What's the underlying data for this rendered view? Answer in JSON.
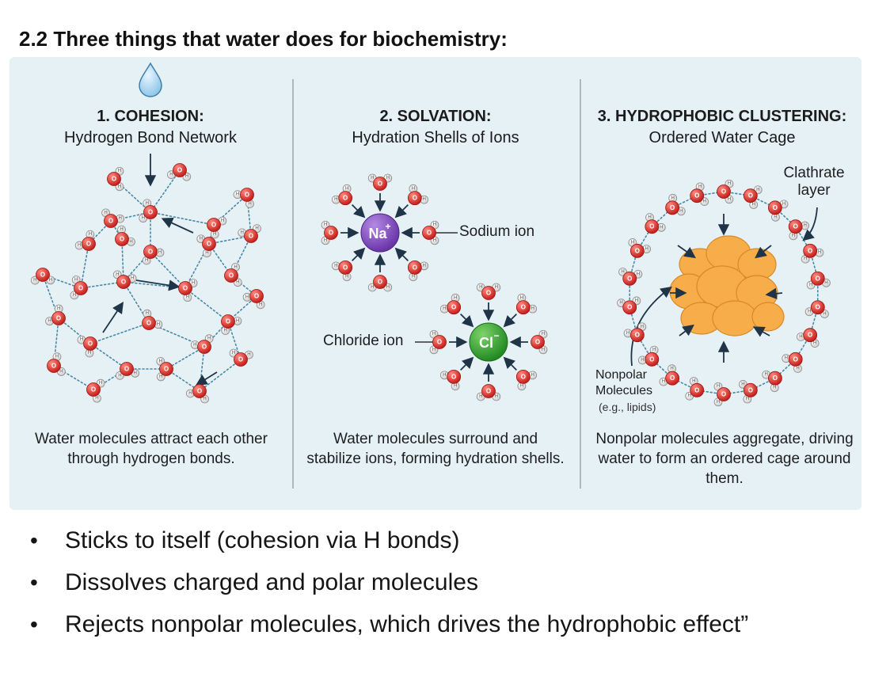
{
  "title": "2.2 Three things that water does for biochemistry:",
  "panels": [
    {
      "heading": "1. COHESION:",
      "subheading": "Hydrogen Bond Network",
      "caption": "Water molecules attract each other through hydrogen bonds."
    },
    {
      "heading": "2. SOLVATION:",
      "subheading": "Hydration Shells of Ions",
      "caption": "Water molecules surround and stabilize ions, forming hydration shells.",
      "sodium_symbol": "Na",
      "sodium_charge": "+",
      "sodium_label": "Sodium ion",
      "chloride_symbol": "Cl",
      "chloride_charge": "−",
      "chloride_label": "Chloride ion"
    },
    {
      "heading": "3. HYDROPHOBIC CLUSTERING:",
      "subheading": "Ordered Water Cage",
      "caption": "Nonpolar molecules aggregate, driving water to form an ordered cage around them.",
      "clathrate_label": "Clathrate layer",
      "nonpolar_label": "Nonpolar Molecules",
      "nonpolar_example": "(e.g., lipids)"
    }
  ],
  "atoms": {
    "oxygen": "O",
    "hydrogen": "H"
  },
  "colors": {
    "oxygen": "#e0302b",
    "hydrogen": "#f2f2f2",
    "sodium": "#8a52c6",
    "chloride": "#3aa33a",
    "nonpolar": "#f6ad4a",
    "panel_bg": "#e6f1f6",
    "bond": "#4a88a8"
  },
  "icons": {
    "droplet": "water-droplet-icon"
  },
  "bullets": [
    "Sticks to itself (cohesion via H bonds)",
    "Dissolves charged and polar molecules",
    "Rejects nonpolar molecules, which drives the hydrophobic effect”"
  ]
}
